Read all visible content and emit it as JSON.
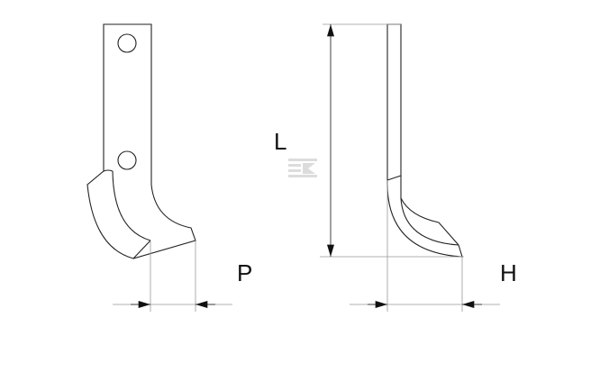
{
  "labels": {
    "length": "L",
    "pitch": "P",
    "height": "H"
  },
  "watermark": "K",
  "colors": {
    "outline": "#222222",
    "dimension": "#999999",
    "watermark": "#d8d8d8"
  }
}
